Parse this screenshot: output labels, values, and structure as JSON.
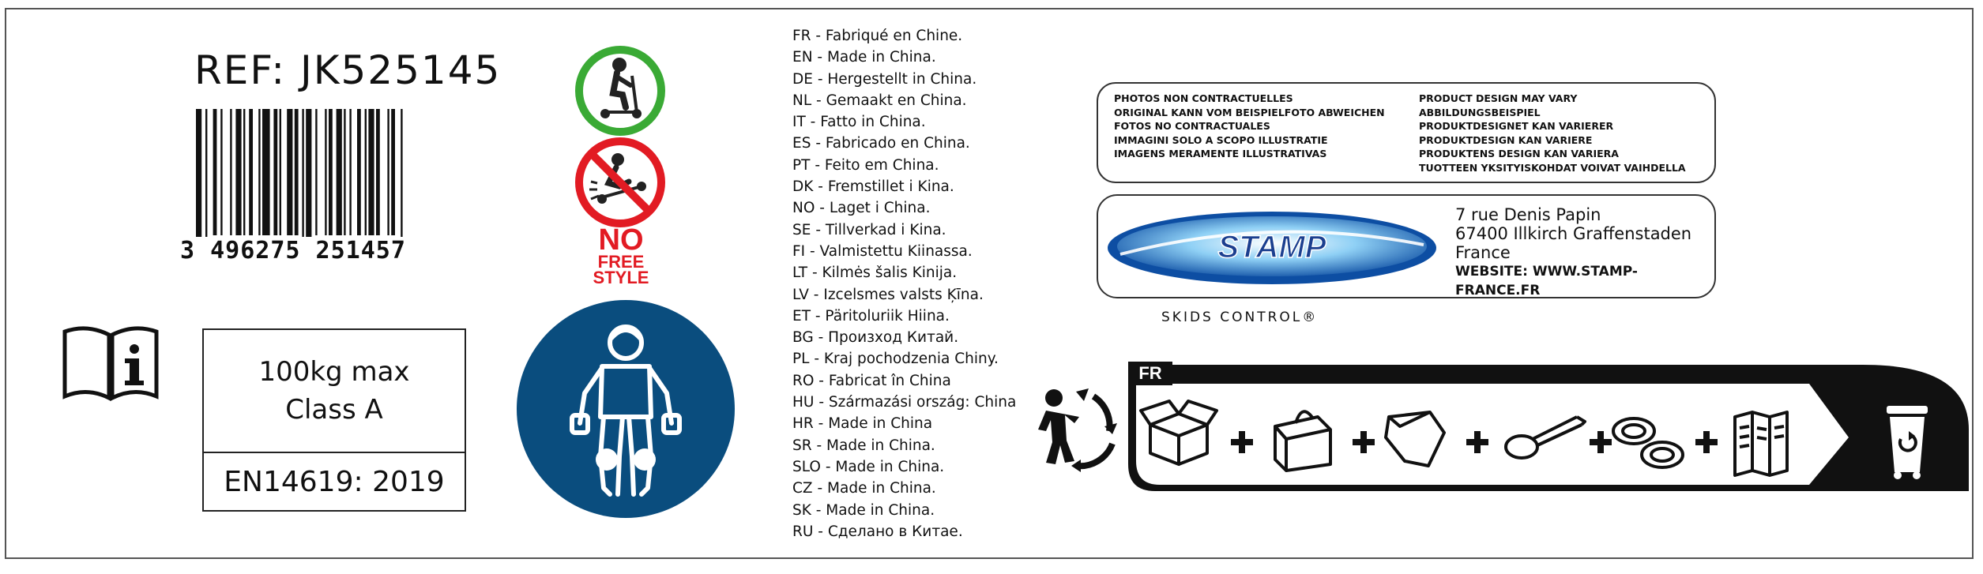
{
  "reference": "REF: JK525145",
  "barcode": {
    "digits": "3 496275 251457"
  },
  "capacity": {
    "max_load": "100kg max",
    "class": "Class A",
    "standard": "EN14619: 2019"
  },
  "no_free_style": {
    "line1": "NO",
    "line2": "FREE",
    "line3": "STYLE"
  },
  "made_in": [
    "FR - Fabriqué en Chine.",
    "EN - Made in China.",
    "DE - Hergestellt in China.",
    "NL - Gemaakt en China.",
    "IT - Fatto in China.",
    "ES - Fabricado en China.",
    "PT - Feito em China.",
    "DK - Fremstillet i Kina.",
    "NO -  Laget i China.",
    "SE - Tillverkad i Kina.",
    "FI - Valmistettu Kiinassa.",
    "LT - Kilmės šalis Kinija.",
    "LV - Izcelsmes valsts Ķīna.",
    "ET - Päritoluriik Hiina.",
    "BG -  Произход Китай.",
    "PL - Kraj pochodzenia Chiny.",
    "RO - Fabricat în China",
    "HU - Származási ország: China",
    "HR - Made in China",
    "SR - Made in China.",
    "SLO - Made in China.",
    "CZ - Made in China.",
    "SK - Made in China.",
    "RU - Сделано в Китае."
  ],
  "disclaimer_left": [
    "PHOTOS NON CONTRACTUELLES",
    "ORIGINAL KANN VOM BEISPIELFOTO ABWEICHEN",
    "FOTOS NO CONTRACTUALES",
    "IMMAGINI SOLO A SCOPO ILLUSTRATIE",
    "IMAGENS MERAMENTE ILLUSTRATIVAS"
  ],
  "disclaimer_right": [
    "PRODUCT DESIGN MAY VARY",
    "ABBILDUNGSBEISPIEL",
    "PRODUKTDESIGNET KAN VARIERER",
    "PRODUKTDESIGN KAN VARIERE",
    "PRODUKTENS DESIGN KAN VARIERA",
    "TUOTTEEN YKSITYISKOHDAT VOIVAT VAIHDELLA"
  ],
  "brand": {
    "logo_text": "STAMP",
    "address_line1": "7 rue Denis Papin",
    "address_line2": "67400 Illkirch Graffenstaden",
    "address_line3": "France",
    "website": "WEBSITE: WWW.STAMP-FRANCE.FR",
    "tagline": "SKIDS CONTROL®"
  },
  "recycling": {
    "country_tab": "FR",
    "plus_sign": "+"
  },
  "colors": {
    "green": "#3aaa35",
    "red": "#e21b23",
    "blue_badge": "#0a4d7e",
    "stamp_blue": "#1b4fa0"
  },
  "icons": [
    "manual-info-icon",
    "scooter-allowed-icon",
    "no-freestyle-icon",
    "protective-gear-icon",
    "triman-icon",
    "box-icon",
    "bag-icon",
    "pouch-icon",
    "strap-icon",
    "tape-roll-icon",
    "leaflet-icon",
    "trash-bin-icon"
  ]
}
